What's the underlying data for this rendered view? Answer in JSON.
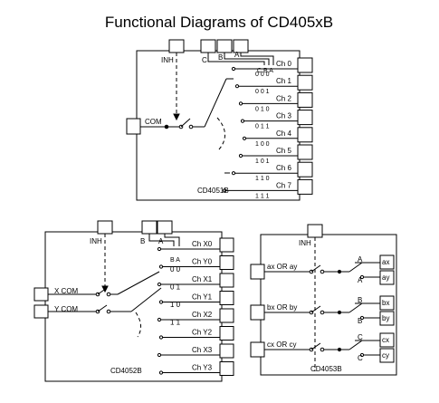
{
  "title": "Functional Diagrams of CD405xB",
  "cd4051": {
    "name": "CD4051B",
    "inh": "INH",
    "controls": [
      "C",
      "B",
      "A"
    ],
    "code_header": "C B A",
    "com": "COM",
    "codes": [
      "0 0 0",
      "0 0 1",
      "0 1 0",
      "0 1 1",
      "1 0 0",
      "1 0 1",
      "1 1 0",
      "1 1 1"
    ],
    "channels": [
      "Ch 0",
      "Ch 1",
      "Ch 2",
      "Ch 3",
      "Ch 4",
      "Ch 5",
      "Ch 6",
      "Ch 7"
    ]
  },
  "cd4052": {
    "name": "CD4052B",
    "inh": "INH",
    "controls": [
      "B",
      "A"
    ],
    "code_header": "B A",
    "coms": [
      "X COM",
      "Y COM"
    ],
    "codes": [
      "0 0",
      "0 1",
      "1 0",
      "1 1"
    ],
    "channels": [
      "Ch X0",
      "Ch Y0",
      "Ch X1",
      "Ch Y1",
      "Ch X2",
      "Ch Y2",
      "Ch X3",
      "Ch Y3"
    ]
  },
  "cd4053": {
    "name": "CD4053B",
    "inh": "INH",
    "coms": [
      "ax OR ay",
      "bx OR by",
      "cx OR cy"
    ],
    "selects": [
      "A",
      "A",
      "B",
      "B",
      "C",
      "C"
    ],
    "outputs": [
      "ax",
      "ay",
      "bx",
      "by",
      "cx",
      "cy"
    ]
  }
}
